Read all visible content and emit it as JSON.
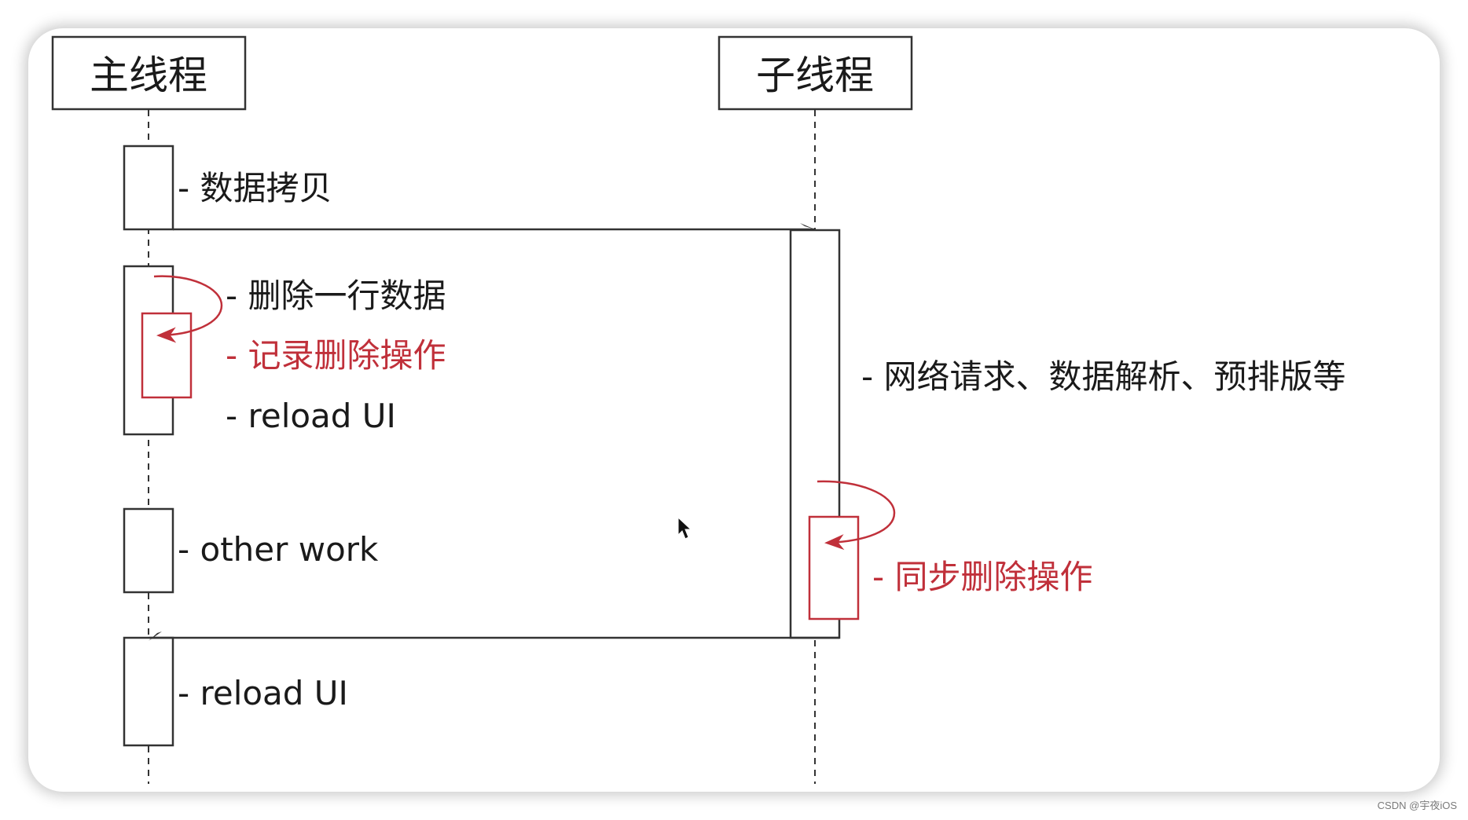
{
  "participants": {
    "main": "主线程",
    "sub": "子线程"
  },
  "notes": {
    "copy": "- 数据拷贝",
    "delete_row": "- 删除一行数据",
    "record_delete": "- 记录删除操作",
    "reload_1": "- reload UI",
    "other_work": "- other work",
    "reload_2": "- reload UI",
    "network": "- 网络请求、数据解析、预排版等",
    "sync_delete": "- 同步删除操作"
  },
  "colors": {
    "line": "#333333",
    "accent_red": "#c0303a",
    "text": "#1a1a1a"
  },
  "watermark": "CSDN @宇夜iOS"
}
